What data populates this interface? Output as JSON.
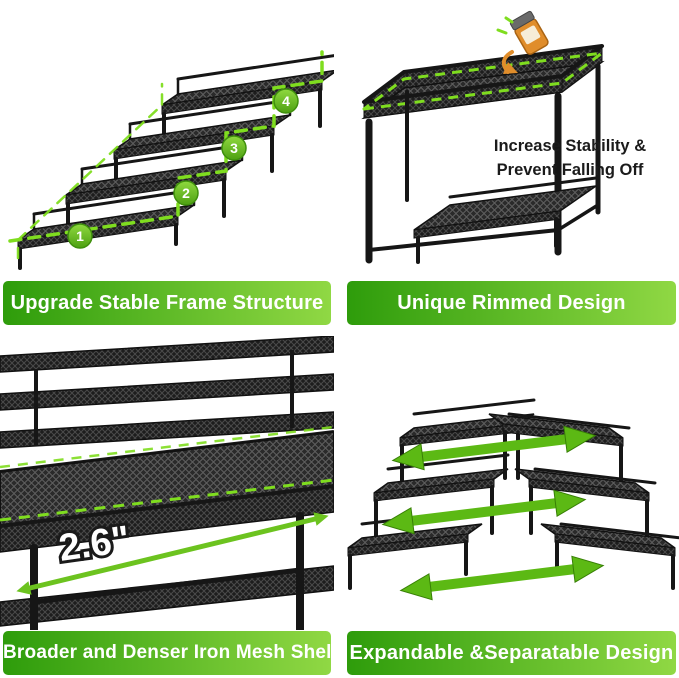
{
  "colors": {
    "accent_green": "#7fdd1f",
    "arrow_green": "#5cb914",
    "banner_gradient_start": "#2e9c0b",
    "banner_gradient_end": "#90d844",
    "rack_black": "#1d1d1d",
    "note_text": "#1b1b1b",
    "badge_green": "#5fb31a",
    "annotation_white": "#ffffff",
    "jar_orange": "#e08d2b"
  },
  "quadrants": [
    {
      "id": "stable-frame",
      "caption": "Upgrade Stable Frame Structure",
      "step_labels": [
        "1",
        "2",
        "3",
        "4"
      ]
    },
    {
      "id": "rimmed-design",
      "caption": "Unique Rimmed Design",
      "note_line1": "Increase Stability &",
      "note_line2": "Prevent Falling Off"
    },
    {
      "id": "mesh-shelf",
      "caption": "Broader and Denser Iron Mesh Shelf",
      "measurement": "2.6\""
    },
    {
      "id": "expandable",
      "caption": "Expandable &Separatable Design"
    }
  ],
  "icons": {
    "falling_jar_icon": "spice jar tipping over with motion swoosh",
    "expand_arrow_icon": "double-headed expand arrow",
    "step_badge_icon": "numbered green circle"
  }
}
